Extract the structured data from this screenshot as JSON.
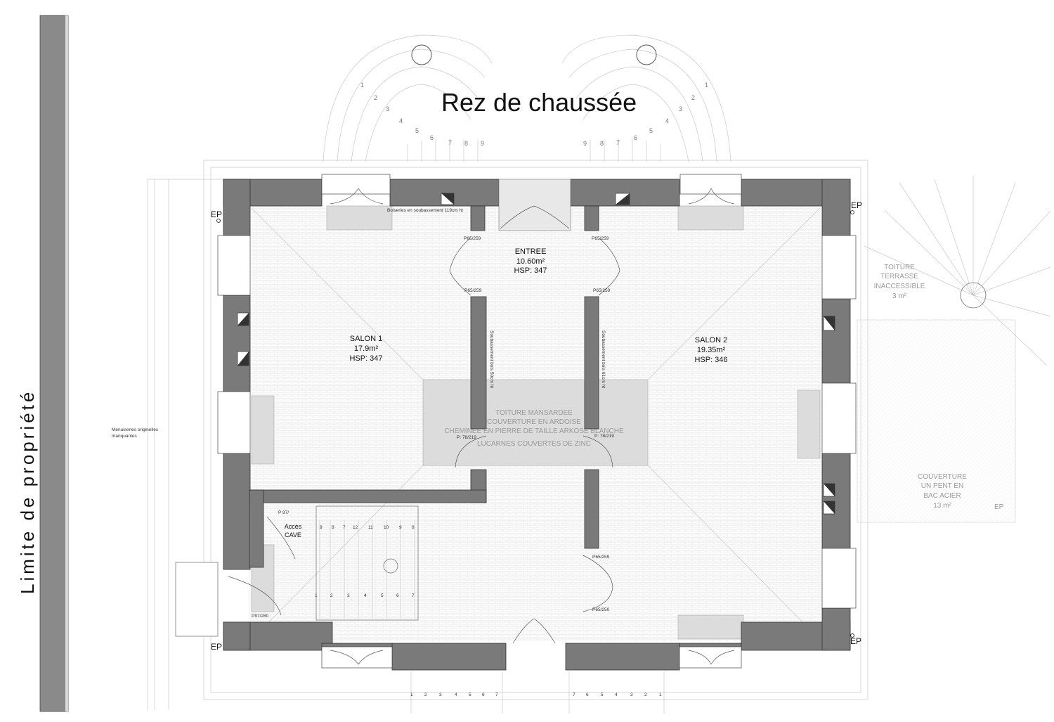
{
  "title": "Rez de chaussée",
  "property_limit": "Limite de propriété",
  "rooms": {
    "entree": {
      "name": "ENTREE",
      "area": "10.60m²",
      "hsp": "HSP: 347"
    },
    "salon1": {
      "name": "SALON 1",
      "area": "17.9m²",
      "hsp": "HSP: 347"
    },
    "salon2": {
      "name": "SALON 2",
      "area": "19.35m²",
      "hsp": "HSP: 346"
    }
  },
  "roof_labels": {
    "mansard": [
      "TOITURE MANSARDEE",
      "COUVERTURE EN ARDOISE",
      "CHEMINEE EN PIERRE DE TAILLE ARKOSE BLANCHE",
      "LUCARNES COUVERTES DE ZINC"
    ],
    "terrace": [
      "TOITURE",
      "TERRASSE",
      "INACCESSIBLE",
      "3 m²"
    ],
    "steel": [
      "COUVERTURE",
      "UN PENT EN",
      "BAC ACIER",
      "13 m²"
    ]
  },
  "notes": {
    "boiseries": "Boiseries en soubassement 119cm ht",
    "soubassement_left": "Soubassement bois 50cm ht",
    "soubassement_right": "Soubassement bois 61cm ht",
    "menuiseries": [
      "Menuiseries originelles",
      "manquantes"
    ],
    "cave": [
      "Accès",
      "CAVE"
    ]
  },
  "door_tags": {
    "d1": "P65/259",
    "d2": "P65/259",
    "d3": "P65/259",
    "d4": "P65/259",
    "d5": "P: 78/219",
    "d6": "P: 78/219",
    "d7": "P65/259",
    "d8": "P65/250",
    "d9": "P 97/",
    "d10": "P97/280"
  },
  "ep_label": "EP",
  "steps_left": [
    "1",
    "2",
    "3",
    "4",
    "5",
    "6",
    "7",
    "8",
    "9"
  ],
  "steps_right": [
    "1",
    "2",
    "3",
    "4",
    "5",
    "6",
    "7",
    "8",
    "9"
  ],
  "stair_top": [
    "9",
    "8",
    "7",
    "12",
    "11",
    "10",
    "9",
    "8"
  ],
  "stair_bottom": [
    "1",
    "2",
    "3",
    "4",
    "5",
    "6",
    "7"
  ],
  "front_steps_left": [
    "1",
    "2",
    "3",
    "4",
    "5",
    "6",
    "7"
  ],
  "front_steps_right": [
    "7",
    "6",
    "5",
    "4",
    "3",
    "2",
    "1"
  ],
  "colors": {
    "wall": "#7a7a7a",
    "pale": "#dcdcdc",
    "line": "#555555"
  }
}
